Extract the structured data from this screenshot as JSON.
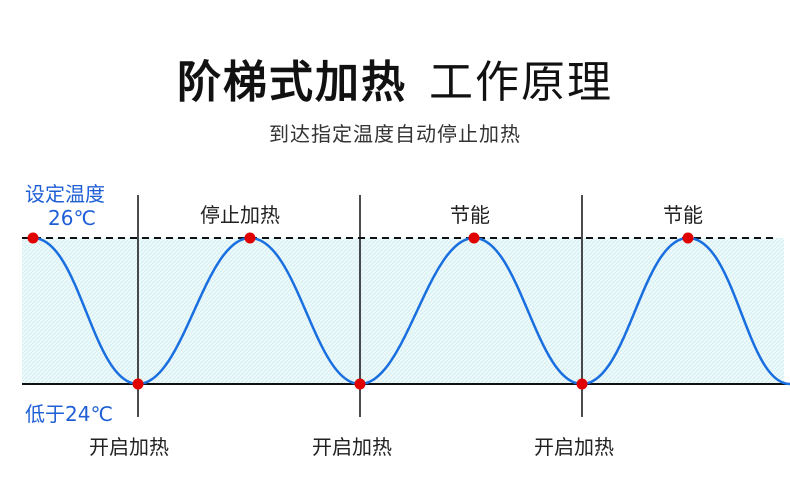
{
  "title_main": "阶梯式加热",
  "title_sub": "工作原理",
  "subtitle": "到达指定温度自动停止加热",
  "setpoint": {
    "label": "设定温度",
    "value": "26℃"
  },
  "lower": {
    "label": "低于24℃"
  },
  "top_labels": [
    "停止加热",
    "节能",
    "节能"
  ],
  "bottom_labels": [
    "开启加热",
    "开启加热",
    "开启加热"
  ],
  "colors": {
    "curve": "#1a6fe0",
    "marker": "#e00000",
    "label_blue": "#1f5fd6",
    "fill": "#e6f6f8"
  }
}
